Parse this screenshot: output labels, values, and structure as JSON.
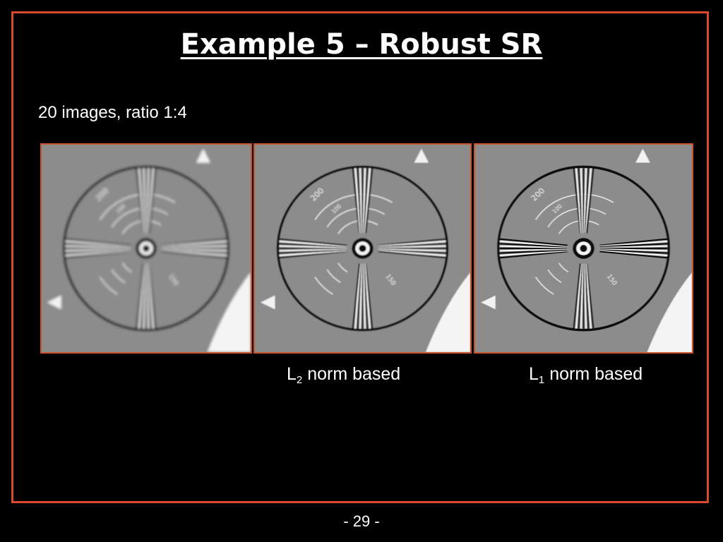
{
  "slide": {
    "title": "Example 5 – Robust SR",
    "subtitle": "20 images, ratio 1:4",
    "page_number": "- 29 -"
  },
  "panels": [
    {
      "blur": 2.0
    },
    {
      "blur": 0.9
    },
    {
      "blur": 0.4
    }
  ],
  "captions": [
    {
      "base": "L",
      "sub": "2",
      "rest": " norm based"
    },
    {
      "base": "L",
      "sub": "1",
      "rest": " norm based"
    }
  ],
  "chart_labels": [
    "200",
    "100",
    "150"
  ],
  "colors": {
    "frame": "#d84a2b",
    "panel_border": "#c8552e",
    "panel_bg": "#8a8a8a"
  }
}
